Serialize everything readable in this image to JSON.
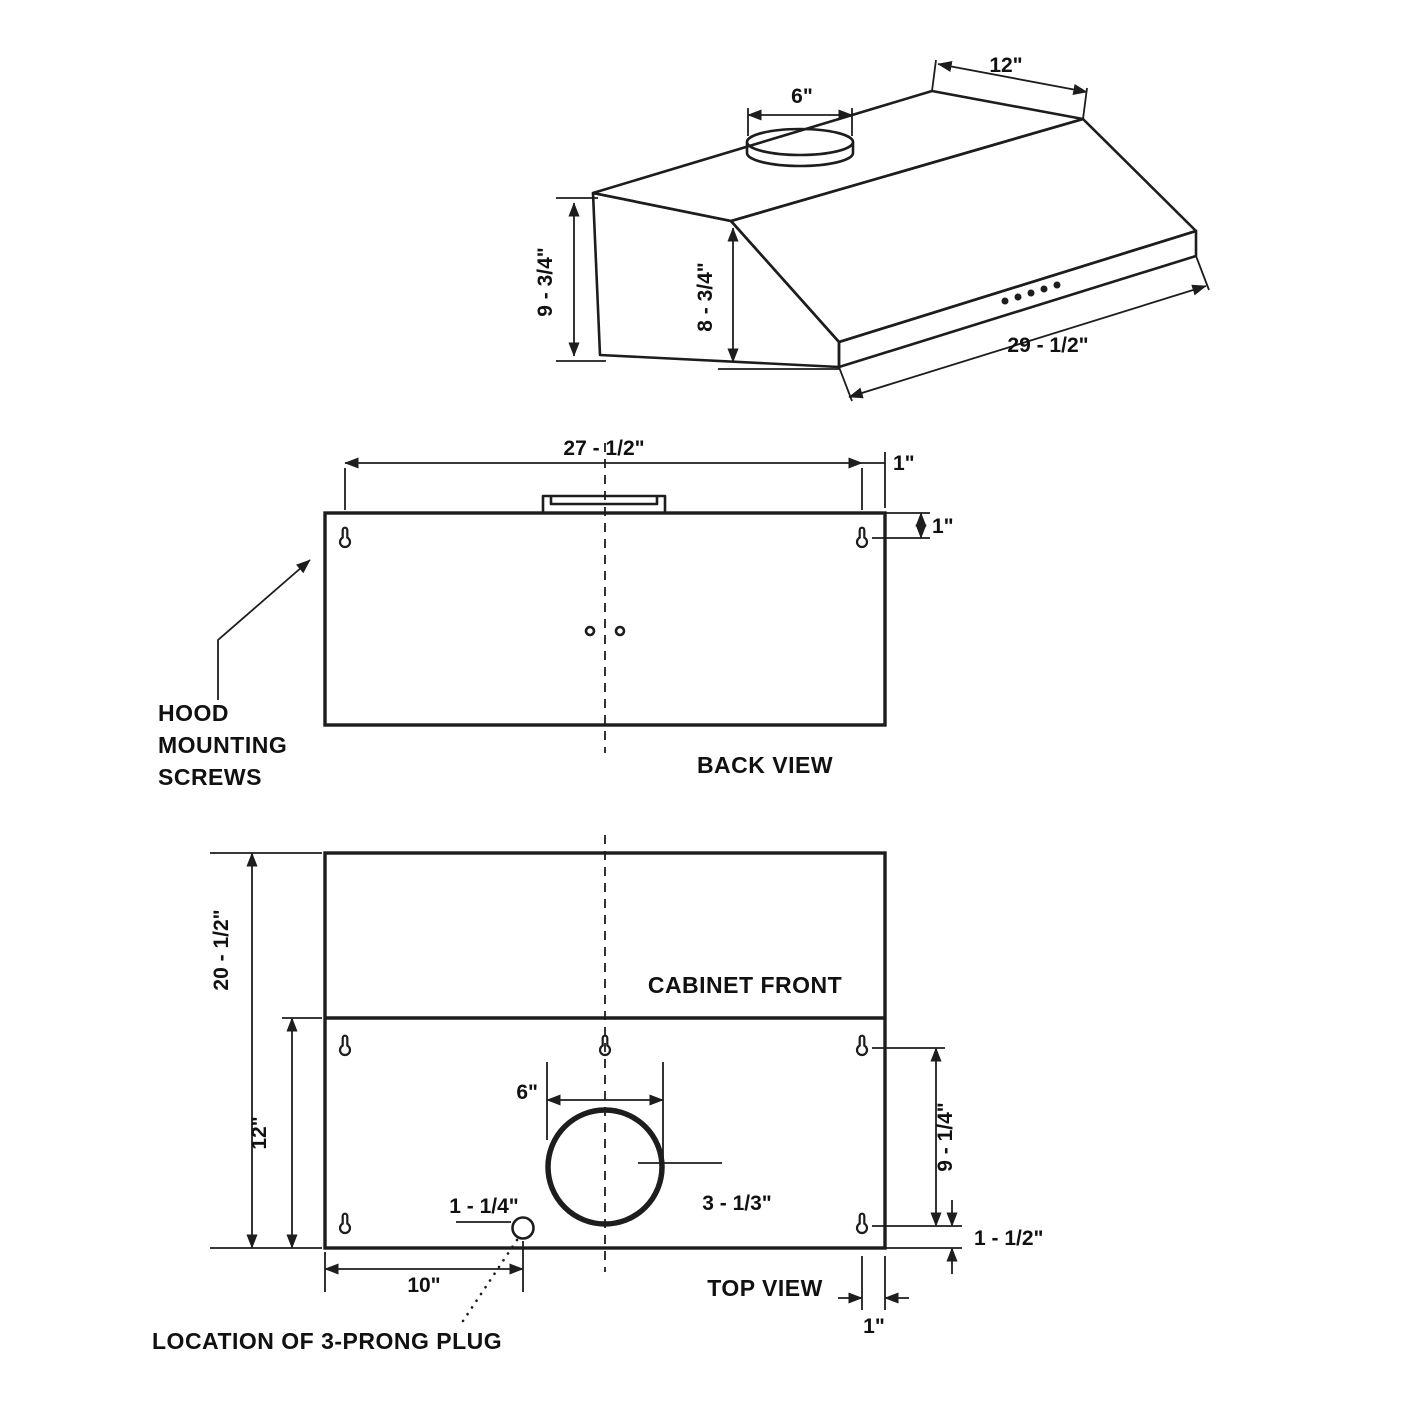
{
  "colors": {
    "ink": "#1d1d1d",
    "background": "#ffffff"
  },
  "iso_view": {
    "duct_diameter": "6\"",
    "top_depth": "12\"",
    "back_height": "9 - 3/4\"",
    "front_height": "8 - 3/4\"",
    "bottom_width": "29 - 1/2\""
  },
  "back_view": {
    "caption": "BACK VIEW",
    "screw_span": "27 - 1/2\"",
    "screw_side_offset": "1\"",
    "screw_top_offset": "1\"",
    "mounting_note": [
      "HOOD",
      "MOUNTING",
      "SCREWS"
    ]
  },
  "top_view": {
    "caption": "TOP VIEW",
    "cabinet_label": "CABINET FRONT",
    "overall_depth": "20 - 1/2\"",
    "hood_depth": "12\"",
    "duct_diameter": "6\"",
    "duct_offset": "3 - 1/3\"",
    "plug_diameter": "1 - 1/4\"",
    "plug_from_left": "10\"",
    "screw_row_span": "9 - 1/4\"",
    "screw_back_offset": "1 - 1/2\"",
    "screw_side_offset": "1\"",
    "plug_note": "LOCATION OF 3-PRONG PLUG"
  }
}
